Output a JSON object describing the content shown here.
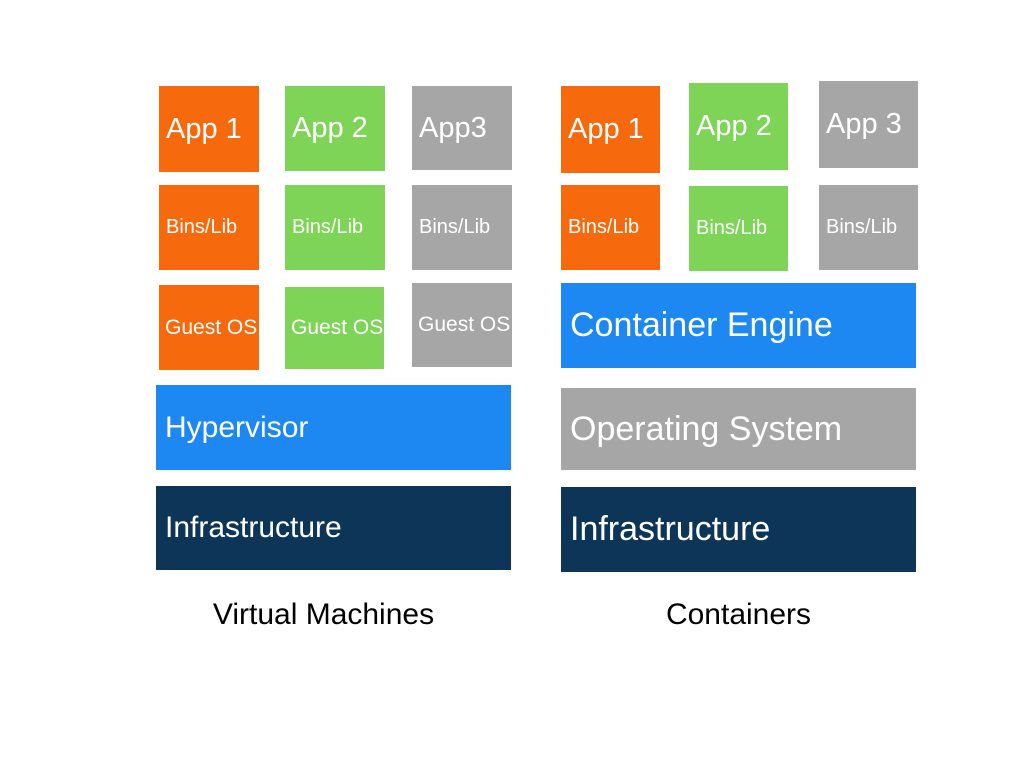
{
  "title": "Virtual Machines vs Containers architecture diagram",
  "colors": {
    "orange": "#F6690D",
    "green": "#7DD456",
    "gray": "#A6A6A6",
    "blue": "#1E88F2",
    "navy": "#0D3558",
    "box_text": "#FFFFFF",
    "caption_text": "#000000",
    "background": "#FFFFFF"
  },
  "vm": {
    "caption": "Virtual Machines",
    "stacks": [
      {
        "app": "App 1",
        "bins": "Bins/Lib",
        "guest_os": "Guest OS",
        "color": "#F6690D"
      },
      {
        "app": "App 2",
        "bins": "Bins/Lib",
        "guest_os": "Guest OS",
        "color": "#7DD456"
      },
      {
        "app": "App3",
        "bins": "Bins/Lib",
        "guest_os": "Guest OS",
        "color": "#A6A6A6"
      }
    ],
    "layers": [
      {
        "label": "Hypervisor",
        "color": "#1E88F2"
      },
      {
        "label": "Infrastructure",
        "color": "#0D3558"
      }
    ]
  },
  "containers": {
    "caption": "Containers",
    "stacks": [
      {
        "app": "App 1",
        "bins": "Bins/Lib",
        "color": "#F6690D"
      },
      {
        "app": "App 2",
        "bins": "Bins/Lib",
        "color": "#7DD456"
      },
      {
        "app": "App 3",
        "bins": "Bins/Lib",
        "color": "#A6A6A6"
      }
    ],
    "layers": [
      {
        "label": "Container Engine",
        "color": "#1E88F2"
      },
      {
        "label": "Operating System",
        "color": "#A6A6A6"
      },
      {
        "label": "Infrastructure",
        "color": "#0D3558"
      }
    ]
  }
}
